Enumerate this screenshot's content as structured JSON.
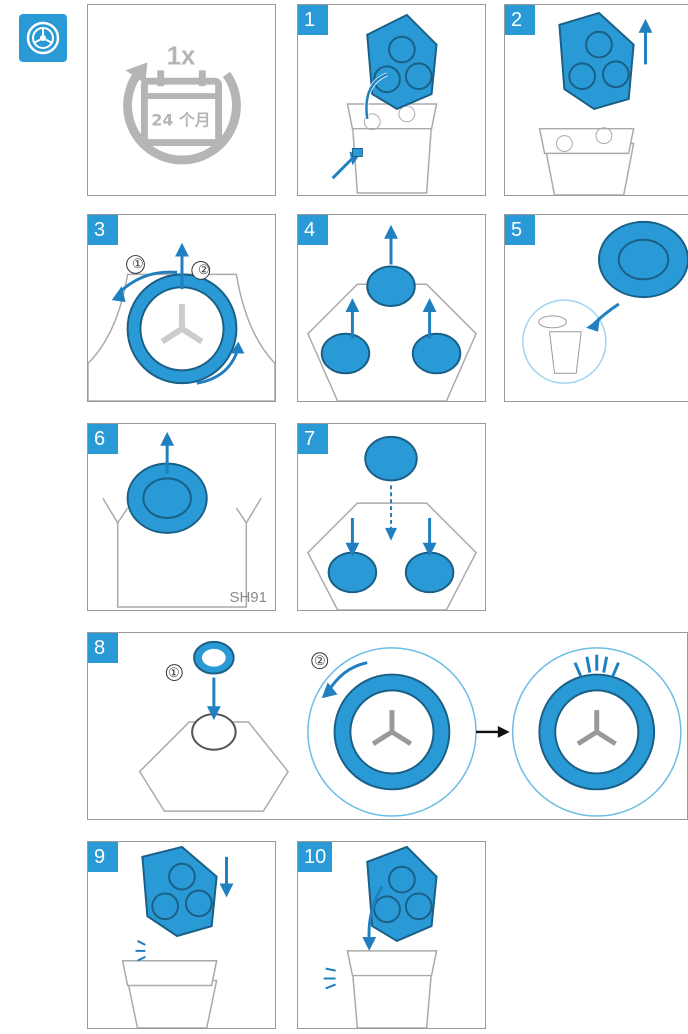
{
  "header_icon": "cleaning-cartridge-icon",
  "panel0": {
    "times": "1x",
    "period": "24 个月"
  },
  "steps": [
    "1",
    "2",
    "3",
    "4",
    "5",
    "6",
    "7",
    "8",
    "9",
    "10"
  ],
  "step3": {
    "c1": "①",
    "c2": "②"
  },
  "step6": {
    "sku": "SH91"
  },
  "step8": {
    "c1": "①",
    "c2": "②"
  },
  "colors": {
    "accent": "#2a9ad6",
    "line": "#9a9a9a",
    "grey_icon": "#b5b5b5"
  }
}
